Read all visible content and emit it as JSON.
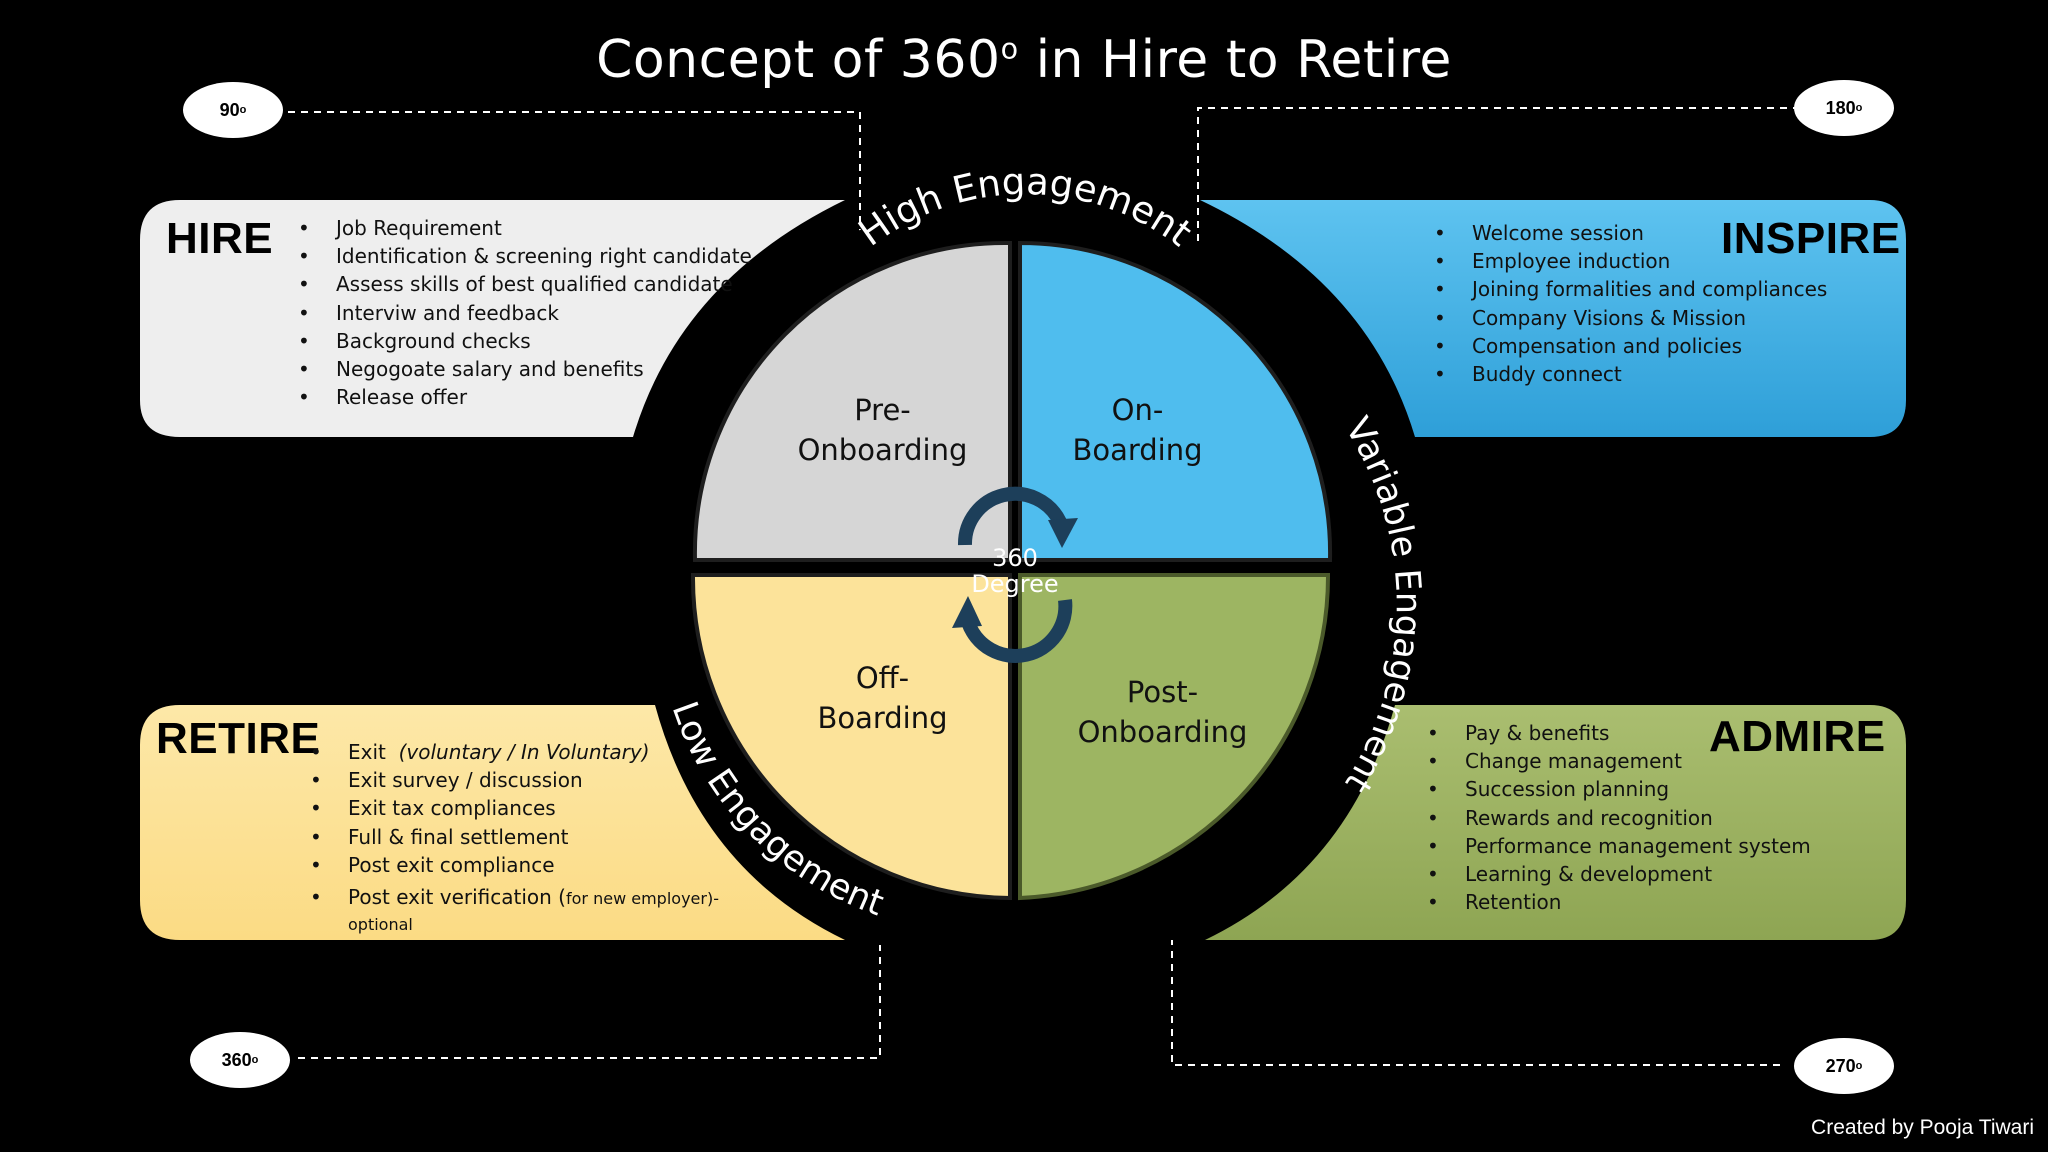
{
  "title": {
    "text": "Concept of 360",
    "sup": "o",
    "suffix": " in Hire to Retire"
  },
  "badges": {
    "b90": {
      "value": "90",
      "sup": "o"
    },
    "b180": {
      "value": "180",
      "sup": "o"
    },
    "b360": {
      "value": "360",
      "sup": "o"
    },
    "b270": {
      "value": "270",
      "sup": "o"
    }
  },
  "ring_labels": {
    "high": "High Engagement",
    "variable": "Variable Engagement",
    "low": "Low Engagement"
  },
  "center": {
    "line1": "360",
    "line2": "Degree"
  },
  "quadrants": {
    "pre": {
      "line1": "Pre-",
      "line2": "Onboarding"
    },
    "on": {
      "line1": "On-",
      "line2": "Boarding"
    },
    "off": {
      "line1": "Off-",
      "line2": "Boarding"
    },
    "post": {
      "line1": "Post-",
      "line2": "Onboarding"
    }
  },
  "panels": {
    "hire": {
      "heading": "HIRE",
      "items": [
        "Job Requirement",
        "Identification & screening right candidate",
        "Assess skills of best qualified candidate",
        "Interviw and feedback",
        "Background checks",
        "Negogoate salary and benefits",
        "Release offer"
      ]
    },
    "inspire": {
      "heading": "INSPIRE",
      "items": [
        "Welcome session",
        "Employee induction",
        "Joining formalities and compliances",
        "Company Visions & Mission",
        "Compensation and policies",
        "Buddy connect"
      ]
    },
    "retire": {
      "heading": "RETIRE",
      "item0_prefix": "Exit",
      "item0_italic": "(voluntary / In Voluntary)",
      "items": [
        "Exit survey / discussion",
        "Exit tax compliances",
        "Full & final settlement",
        "Post exit compliance"
      ],
      "item_last_main": "Post exit verification (",
      "item_last_small": "for new employer)-",
      "item_last_small2": "optional"
    },
    "admire": {
      "heading": "ADMIRE",
      "items": [
        "Pay & benefits",
        "Change management",
        "Succession planning",
        "Rewards and recognition",
        "Performance management system",
        "Learning & development",
        "Retention"
      ]
    }
  },
  "credit": "Created by Pooja Tiwari",
  "colors": {
    "hire": "#eeeeee",
    "inspire": "#43b3e8",
    "retire": "#fde49a",
    "admire": "#9fb563",
    "pre": "#d6d6d6",
    "on": "#4fbdee",
    "off": "#fce39a",
    "post": "#9db562",
    "arrows": "#1d3f5a"
  }
}
